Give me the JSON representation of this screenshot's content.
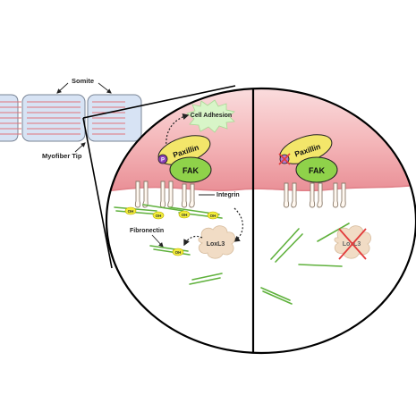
{
  "labels": {
    "somite": "Somite",
    "myofiber_tip": "Myofiber Tip",
    "cell_adhesion": "Cell Adhesion",
    "paxillin": "Paxillin",
    "fak": "FAK",
    "integrin": "Integrin",
    "oh": "OH",
    "fibronectin": "Fibronectin",
    "loxl3": "LoxL3",
    "phospho": "P"
  },
  "colors": {
    "somite_fill": "#d7e3f4",
    "somite_stroke": "#7a8596",
    "striation": "#e0737a",
    "membrane": "#f2b0b3",
    "membrane_deep": "#e78f95",
    "paxillin": "#f3e66a",
    "fak": "#8fd24a",
    "fibronectin": "#5fb13c",
    "oh_badge": "#f2ee3a",
    "loxl3": "#f1dcc5",
    "cell_adhesion": "#d8f5c8",
    "phospho": "#8a3fb5",
    "inhibit": "#e23b3b",
    "ellipse_stroke": "#000000"
  }
}
